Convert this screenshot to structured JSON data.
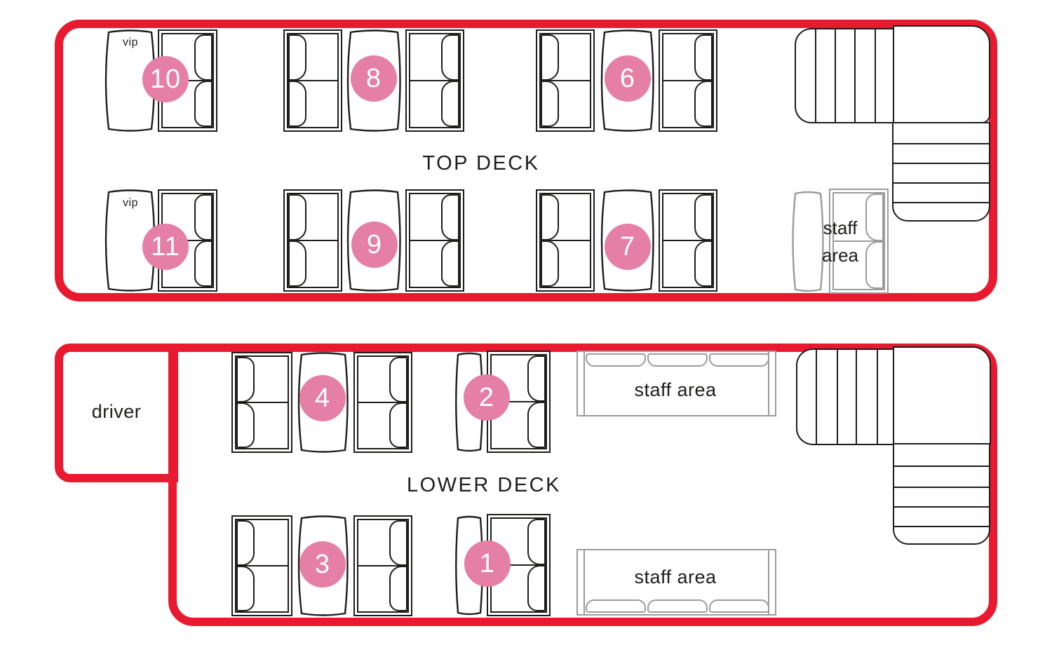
{
  "plan": {
    "type": "double-decker bus seating plan"
  },
  "colors": {
    "outline_red": "#e9192f",
    "badge_pink": "#e57fa5",
    "line_black": "#1d1d1b",
    "line_gray": "#9b9b9b",
    "badge_text": "#ffffff"
  },
  "top_deck": {
    "title": "TOP DECK",
    "vip_label": "vip",
    "staff_label_line1": "staff",
    "staff_label_line2": "area",
    "table_numbers": [
      "10",
      "8",
      "6",
      "11",
      "9",
      "7"
    ]
  },
  "lower_deck": {
    "title": "LOWER DECK",
    "driver_label": "driver",
    "staff_label": "staff area",
    "table_numbers": [
      "4",
      "2",
      "3",
      "1"
    ]
  }
}
